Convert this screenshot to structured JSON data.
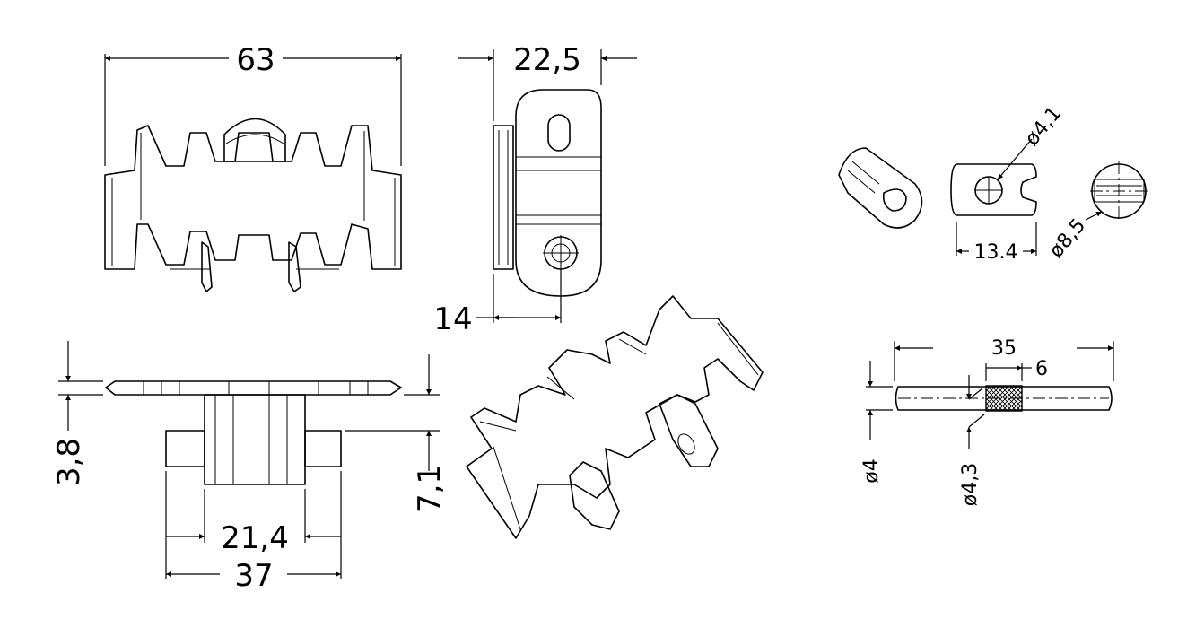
{
  "drawing": {
    "colors": {
      "line": "#000000",
      "background": "#ffffff"
    },
    "top_view": {
      "width_label": "63"
    },
    "side_view": {
      "width_label": "22,5",
      "hole_offset_label": "14"
    },
    "front_view": {
      "flange_label": "3,8",
      "shaft_height_label": "7,1",
      "inner_label": "21,4",
      "outer_label": "37"
    },
    "nut": {
      "hole_label": "ø4,1",
      "length_label": "13.4",
      "diameter_label": "ø8,5"
    },
    "pin": {
      "length_label": "35",
      "knurl_label": "6",
      "diameter_label": "ø4",
      "knurl_diameter_label": "ø4,3"
    }
  }
}
